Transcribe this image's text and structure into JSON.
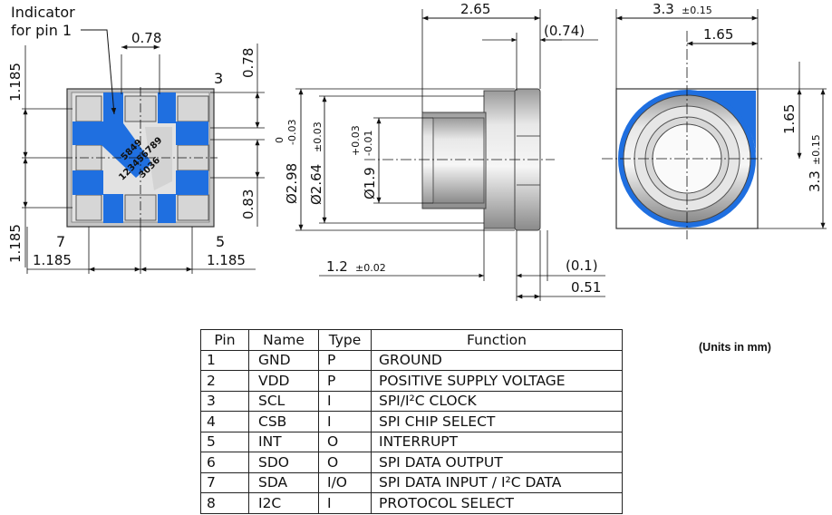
{
  "drawing": {
    "indicator_label_line1": "Indicator",
    "indicator_label_line2": "for pin 1",
    "pin_labels": [
      "3",
      "7",
      "5"
    ],
    "chip_marking": [
      "5849",
      "123456789",
      "3036"
    ],
    "dims": {
      "top_pad_pitch": "0.78",
      "left_upper": "1.185",
      "left_lower": "1.185",
      "right_upper": "0.78",
      "right_lower": "0.83",
      "bottom_left": "1.185",
      "bottom_right": "1.185",
      "side_width": "2.65",
      "side_ref": "(0.74)",
      "dia_outer": "Ø2.98",
      "dia_outer_tol_hi": "0",
      "dia_outer_tol_lo": "-0.03",
      "dia_mid": "Ø2.64",
      "dia_mid_tol": "±0.03",
      "dia_inner": "Ø1.9",
      "dia_inner_tol_hi": "+0.03",
      "dia_inner_tol_lo": "-0.01",
      "side_height": "1.2",
      "side_height_tol": "±0.02",
      "side_small_ref": "(0.1)",
      "side_small": "0.51",
      "top_width": "3.3",
      "top_width_tol": "±0.15",
      "top_half": "1.65",
      "top_right_half": "1.65",
      "top_height": "3.3",
      "top_height_tol": "±0.15"
    }
  },
  "table": {
    "headers": [
      "Pin",
      "Name",
      "Type",
      "Function"
    ],
    "rows": [
      [
        "1",
        "GND",
        "P",
        "GROUND"
      ],
      [
        "2",
        "VDD",
        "P",
        "POSITIVE SUPPLY VOLTAGE"
      ],
      [
        "3",
        "SCL",
        "I",
        "SPI/I²C CLOCK"
      ],
      [
        "4",
        "CSB",
        "I",
        "SPI CHIP SELECT"
      ],
      [
        "5",
        "INT",
        "O",
        "INTERRUPT"
      ],
      [
        "6",
        "SDO",
        "O",
        "SPI DATA OUTPUT"
      ],
      [
        "7",
        "SDA",
        "I/O",
        "SPI DATA INPUT / I²C DATA"
      ],
      [
        "8",
        "I2C",
        "I",
        "PROTOCOL SELECT"
      ]
    ]
  },
  "units_note": "(Units in mm)",
  "colors": {
    "pad_blue": "#1f6fe0",
    "pad_gray": "#d8d8d8",
    "body_gray": "#c4c4c4"
  }
}
